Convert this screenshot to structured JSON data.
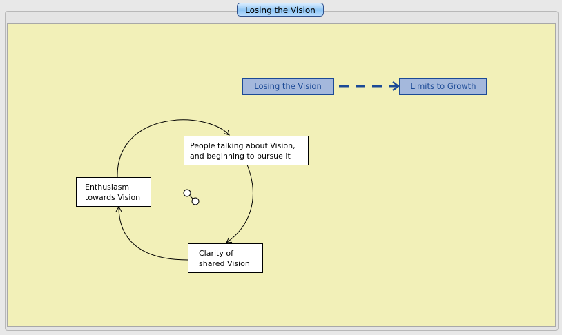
{
  "tab": {
    "title": "Losing the Vision"
  },
  "references": {
    "from": "Losing the Vision",
    "to": "Limits to Growth"
  },
  "nodes": {
    "people": "People talking about Vision,\nand beginning to pursue it",
    "enthusiasm": "Enthusiasm\ntowards Vision",
    "clarity": "Clarity of\nshared Vision"
  },
  "colors": {
    "canvas": "#f2f0b8",
    "reference_fill": "#a4b8dc",
    "reference_border": "#1c4a96"
  }
}
